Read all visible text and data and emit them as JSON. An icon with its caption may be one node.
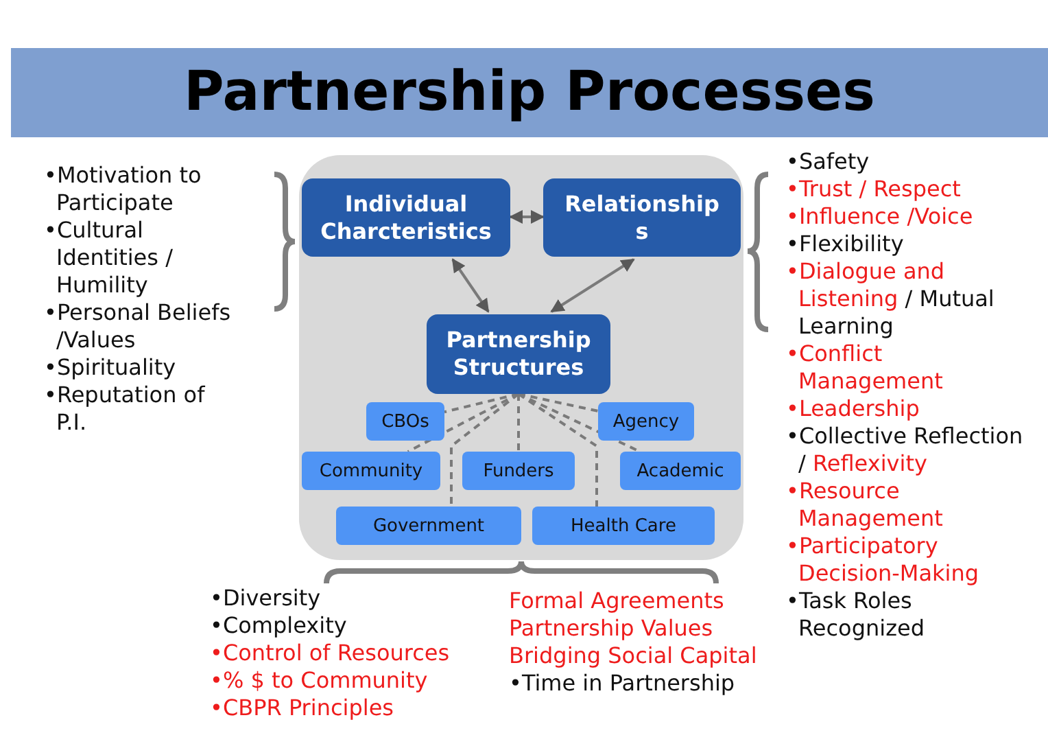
{
  "diagram": {
    "title": "Partnership Processes",
    "nodes": [
      {
        "text": [],
        "shape": "box"
      },
      {
        "text": [
          "Individual Charcteristics"
        ],
        "in": 0
      },
      {
        "text": [
          "Relationship s"
        ],
        "in": 0
      },
      {
        "text": [
          "Partnership Structures"
        ],
        "in": 0
      },
      {
        "text": [
          "CBOs"
        ],
        "in": 0
      },
      {
        "text": [
          "Agency"
        ],
        "in": 0
      },
      {
        "text": [
          "Community"
        ],
        "in": 0
      },
      {
        "text": [
          "Funders"
        ],
        "in": 0
      },
      {
        "text": [
          "Academic"
        ],
        "in": 0
      },
      {
        "text": [
          "Government"
        ],
        "in": 0
      },
      {
        "text": [
          "Health Care"
        ],
        "in": 0
      }
    ],
    "edges": [
      {
        "from": 1,
        "to": 2,
        "arrow": "both"
      },
      {
        "from": 1,
        "to": 3,
        "arrow": "both"
      },
      {
        "from": 2,
        "to": 3,
        "arrow": "both"
      },
      {
        "from": 3,
        "to": 4,
        "arrow": "none",
        "style": "dashed"
      },
      {
        "from": 3,
        "to": 5,
        "arrow": "none",
        "style": "dashed"
      },
      {
        "from": 3,
        "to": 6,
        "arrow": "none",
        "style": "dashed"
      },
      {
        "from": 3,
        "to": 7,
        "arrow": "none",
        "style": "dashed"
      },
      {
        "from": 3,
        "to": 8,
        "arrow": "none",
        "style": "dashed"
      },
      {
        "from": 3,
        "to": 9,
        "arrow": "none",
        "style": "dashed"
      },
      {
        "from": 3,
        "to": 10,
        "arrow": "none",
        "style": "dashed"
      }
    ],
    "labels": [
      "•Motivation to Participate",
      "•Cultural Identities / Humility",
      "•Personal Beliefs /Values",
      "•Spirituality",
      "•Reputation of P.I.",
      "•Safety",
      "•Trust / Respect",
      "•Influence /Voice",
      "•Flexibility",
      "•Dialogue and Listening",
      "/ Mutual Learning",
      "•Conflict Management",
      "•Leadership",
      "•Collective Reflection /",
      "Reflexivity",
      "•Resource Management",
      "•Participatory Decision-Making",
      "•Task Roles Recognized",
      "•Diversity",
      "•Complexity",
      "•Control of Resources",
      "•% $ to Community",
      "•CBPR Principles",
      "Formal Agreements",
      "Partnership Values",
      "Bridging Social Capital",
      "•Time in Partnership"
    ]
  }
}
